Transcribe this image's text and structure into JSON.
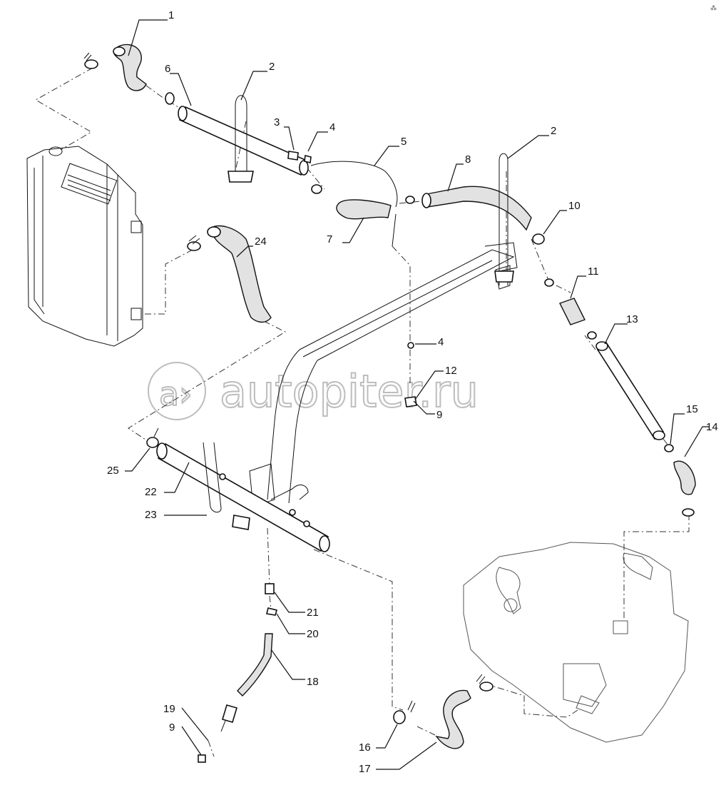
{
  "watermark": {
    "text": "autopiter.ru"
  },
  "corner_mark": {
    "text": "⁂"
  },
  "callouts": [
    {
      "id": "c1",
      "label": "1"
    },
    {
      "id": "c2a",
      "label": "2"
    },
    {
      "id": "c2b",
      "label": "2"
    },
    {
      "id": "c3",
      "label": "3"
    },
    {
      "id": "c4a",
      "label": "4"
    },
    {
      "id": "c4b",
      "label": "4"
    },
    {
      "id": "c5",
      "label": "5"
    },
    {
      "id": "c6",
      "label": "6"
    },
    {
      "id": "c7",
      "label": "7"
    },
    {
      "id": "c8",
      "label": "8"
    },
    {
      "id": "c9a",
      "label": "9"
    },
    {
      "id": "c9b",
      "label": "9"
    },
    {
      "id": "c10",
      "label": "10"
    },
    {
      "id": "c11",
      "label": "11"
    },
    {
      "id": "c12",
      "label": "12"
    },
    {
      "id": "c13",
      "label": "13"
    },
    {
      "id": "c14",
      "label": "14"
    },
    {
      "id": "c15",
      "label": "15"
    },
    {
      "id": "c16",
      "label": "16"
    },
    {
      "id": "c17",
      "label": "17"
    },
    {
      "id": "c18",
      "label": "18"
    },
    {
      "id": "c19",
      "label": "19"
    },
    {
      "id": "c20",
      "label": "20"
    },
    {
      "id": "c21",
      "label": "21"
    },
    {
      "id": "c22",
      "label": "22"
    },
    {
      "id": "c23",
      "label": "23"
    },
    {
      "id": "c24",
      "label": "24"
    },
    {
      "id": "c25",
      "label": "25"
    }
  ]
}
